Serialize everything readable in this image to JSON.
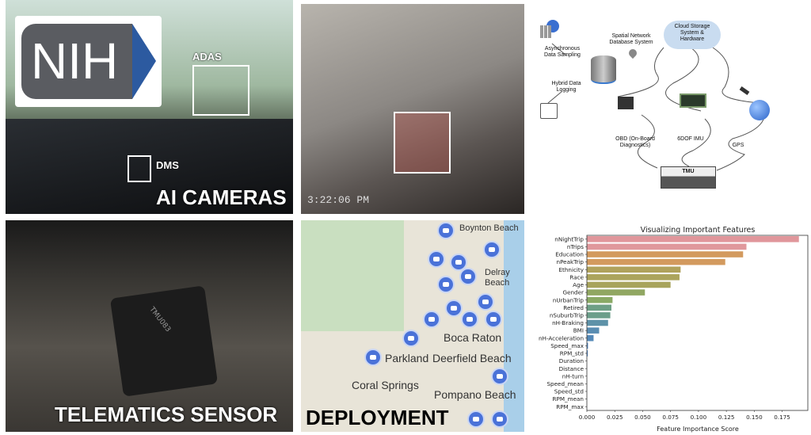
{
  "panels": {
    "ai_cameras": {
      "caption": "AI CAMERAS",
      "logo": "NIH",
      "adas_label": "ADAS",
      "dms_label": "DMS"
    },
    "dms_view": {
      "timestamp": "3:22:06 PM"
    },
    "architecture": {
      "async": "Asynchronous Data Sampling",
      "hybrid": "Hybrid Data Logging",
      "spatial": "Spatial Network Database System",
      "cloud": "Cloud Storage System & Hardware",
      "obd": "OBD (On-Board Diagnostics)",
      "imu": "6DOF IMU",
      "gps": "GPS",
      "tmu": "TMU"
    },
    "telematics": {
      "caption": "TELEMATICS SENSOR",
      "device_label": "TMU083"
    },
    "deployment": {
      "caption": "DEPLOYMENT",
      "places": [
        "Boynton Beach",
        "Delray Beach",
        "Boca Raton",
        "Parkland",
        "Deerfield Beach",
        "Coral Springs",
        "Pompano Beach"
      ]
    }
  },
  "chart_data": {
    "type": "bar",
    "orientation": "horizontal",
    "title": "Visualizing Important Features",
    "xlabel": "Feature Importance Score",
    "ylabel": "",
    "xlim": [
      0,
      0.198
    ],
    "xticks": [
      "0.000",
      "0.025",
      "0.050",
      "0.075",
      "0.100",
      "0.125",
      "0.150",
      "0.175"
    ],
    "categories": [
      "nNightTrip",
      "nTrips",
      "Education",
      "nPeakTrip",
      "Ethnicity",
      "Race",
      "Age",
      "Gender",
      "nUrbanTrip",
      "Retired",
      "nSuburbTrip",
      "nH-Braking",
      "BMI",
      "nH-Acceleration",
      "Speed_max",
      "RPM_std",
      "Duration",
      "Distance",
      "nH-turn",
      "Speed_mean",
      "Speed_std",
      "RPM_mean",
      "RPM_max"
    ],
    "values": [
      0.19,
      0.143,
      0.14,
      0.124,
      0.084,
      0.083,
      0.075,
      0.052,
      0.023,
      0.022,
      0.021,
      0.019,
      0.011,
      0.006,
      0.001,
      0.0008,
      0,
      0,
      0,
      0,
      0,
      0,
      0
    ],
    "colors": [
      "#e0969b",
      "#e0989c",
      "#d39a5e",
      "#d39a5e",
      "#b0a25c",
      "#aca45c",
      "#a8a45c",
      "#91a762",
      "#8aa965",
      "#6e9f86",
      "#6c9e8a",
      "#5e92a8",
      "#5a8db2",
      "#5589b8",
      "#4e84c2",
      "#4b82c6",
      "#4a80c8",
      "#4a80c8",
      "#4a80c8",
      "#4a80c8",
      "#4a80c8",
      "#4a80c8",
      "#4a80c8"
    ]
  }
}
